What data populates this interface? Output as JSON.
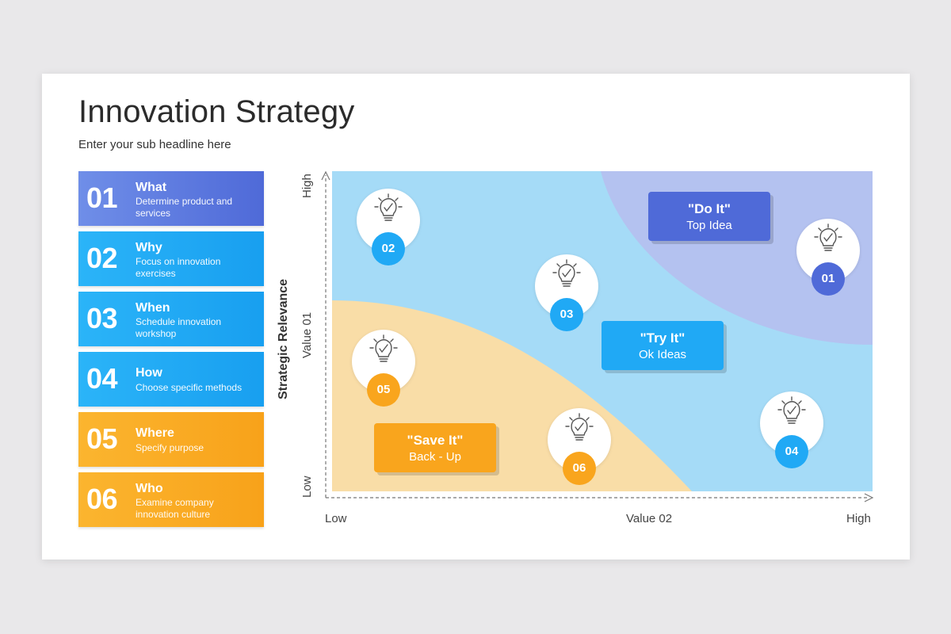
{
  "title": "Innovation Strategy",
  "subtitle": "Enter your sub headline here",
  "colors": {
    "purple": "#5b77e0",
    "blue": "#20a9f5",
    "orange": "#f9a51d",
    "region_blue": "#a5dbf7",
    "region_purple": "#b4c2f0",
    "region_orange": "#f9dda7"
  },
  "items": [
    {
      "num": "01",
      "heading": "What",
      "description": "Determine product and services"
    },
    {
      "num": "02",
      "heading": "Why",
      "description": "Focus on innovation exercises"
    },
    {
      "num": "03",
      "heading": "When",
      "description": "Schedule innovation workshop"
    },
    {
      "num": "04",
      "heading": "How",
      "description": "Choose specific methods"
    },
    {
      "num": "05",
      "heading": "Where",
      "description": "Specify purpose"
    },
    {
      "num": "06",
      "heading": "Who",
      "description": "Examine company innovation culture"
    }
  ],
  "chart": {
    "y_title": "Strategic Relevance",
    "y_axis_label": "Value 01",
    "y_high": "High",
    "y_low": "Low",
    "x_axis_label": "Value 02",
    "x_low": "Low",
    "x_high": "High",
    "callouts": {
      "do_it": {
        "title": "\"Do It\"",
        "sub": "Top Idea"
      },
      "try_it": {
        "title": "\"Try It\"",
        "sub": "Ok Ideas"
      },
      "save_it": {
        "title": "\"Save It\"",
        "sub": "Back - Up"
      }
    },
    "nodes": {
      "n01": "01",
      "n02": "02",
      "n03": "03",
      "n04": "04",
      "n05": "05",
      "n06": "06"
    },
    "node_icon": "lightbulb-check-icon"
  }
}
